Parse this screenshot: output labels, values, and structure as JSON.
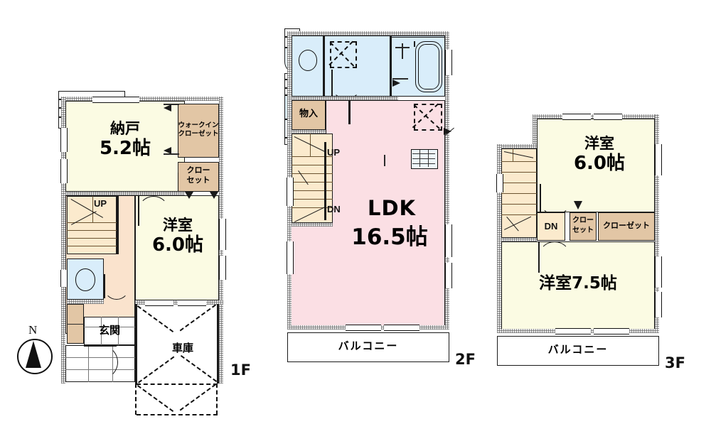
{
  "title": "Floor plan - 3-story house (1F / 2F / 3F)",
  "compass": {
    "north_label": "N",
    "icon": "compass-north-icon"
  },
  "floors": [
    {
      "id": "1f",
      "tag": "1F",
      "rooms": [
        {
          "name": "nando",
          "label": "納戸",
          "size": "5.2帖",
          "type": "room"
        },
        {
          "name": "walk-in-closet",
          "label": "ウォークイン\nクローゼット",
          "size": "",
          "type": "closet"
        },
        {
          "name": "closet",
          "label": "クロー\nセット",
          "size": "",
          "type": "closet"
        },
        {
          "name": "western-room-6",
          "label": "洋室",
          "size": "6.0帖",
          "type": "room"
        },
        {
          "name": "genkan",
          "label": "玄関",
          "size": "",
          "type": "entrance"
        },
        {
          "name": "garage",
          "label": "車庫",
          "size": "",
          "type": "garage"
        }
      ],
      "stair_markers": [
        {
          "label": "UP",
          "name": "stair-up-marker"
        }
      ]
    },
    {
      "id": "2f",
      "tag": "2F",
      "rooms": [
        {
          "name": "ldk",
          "label": "LDK",
          "size": "16.5帖",
          "type": "ldk"
        },
        {
          "name": "monoire",
          "label": "物入",
          "size": "",
          "type": "closet"
        },
        {
          "name": "balcony",
          "label": "バルコニー",
          "size": "",
          "type": "balcony"
        }
      ],
      "stair_markers": [
        {
          "label": "UP",
          "name": "stair-up-marker"
        },
        {
          "label": "DN",
          "name": "stair-down-marker"
        }
      ],
      "fixtures": [
        {
          "name": "toilet-fixture"
        },
        {
          "name": "washbasin-fixture"
        },
        {
          "name": "bathtub-fixture"
        },
        {
          "name": "shower-fixture"
        },
        {
          "name": "kitchen-counter-fixture"
        },
        {
          "name": "gas-stove-fixture"
        }
      ]
    },
    {
      "id": "3f",
      "tag": "3F",
      "rooms": [
        {
          "name": "western-room-6",
          "label": "洋室",
          "size": "6.0帖",
          "type": "room"
        },
        {
          "name": "western-room-75",
          "label": "洋室7.5帖",
          "size": "",
          "type": "room"
        },
        {
          "name": "closet-small",
          "label": "クロー\nセット",
          "size": "",
          "type": "closet"
        },
        {
          "name": "closet-wide",
          "label": "クローゼット",
          "size": "",
          "type": "closet"
        },
        {
          "name": "balcony",
          "label": "バルコニー",
          "size": "",
          "type": "balcony"
        }
      ],
      "stair_markers": [
        {
          "label": "DN",
          "name": "stair-down-marker"
        }
      ]
    }
  ],
  "text": {
    "nando": "納戸",
    "nando_size": "5.2帖",
    "walk_in_closet_l1": "ウォークイン",
    "walk_in_closet_l2": "クローゼット",
    "closet_l1": "クロー",
    "closet_l2": "セット",
    "western_6": "洋室",
    "western_6_size": "6.0帖",
    "genkan": "玄関",
    "garage": "車庫",
    "up": "UP",
    "dn": "DN",
    "ldk": "LDK",
    "ldk_size": "16.5帖",
    "monoire": "物入",
    "balcony": "バルコニー",
    "western_75": "洋室7.5帖",
    "closet_wide": "クローゼット",
    "tag_1f": "1F",
    "tag_2f": "2F",
    "tag_3f": "3F",
    "north": "N"
  },
  "colors": {
    "room_fill": "#fbfbe3",
    "ldk_fill": "#fbdfe4",
    "closet_fill": "#e2c6a5",
    "water_fill": "#d9edfa",
    "hall_fill": "#fae3cd",
    "stair_fill": "#fbeacd",
    "wall": "#1a1a1a",
    "background": "#ffffff"
  }
}
